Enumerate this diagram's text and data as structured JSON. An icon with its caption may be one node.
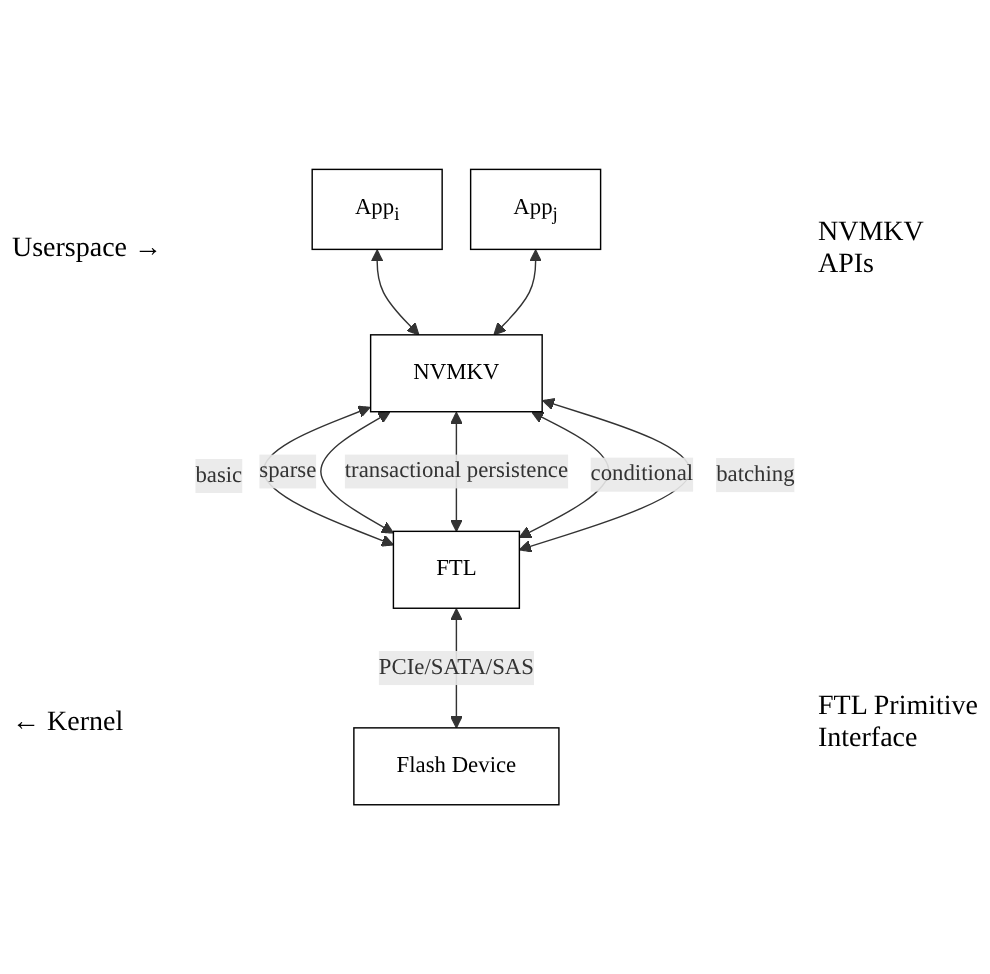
{
  "diagram": {
    "nodes": [
      {
        "text": [
          "App$_{i}$"
        ]
      },
      {
        "text": [
          "App$_{j}$"
        ]
      },
      {
        "text": [
          "NVMKV"
        ]
      },
      {
        "text": [
          "FTL"
        ]
      },
      {
        "text": [
          "Flash Device"
        ]
      }
    ],
    "edges": [
      {
        "from": 0,
        "to": 2,
        "arrow": "both"
      },
      {
        "from": 1,
        "to": 2,
        "arrow": "both"
      },
      {
        "from": 2,
        "to": 3,
        "arrow": "both",
        "label": "basic"
      },
      {
        "from": 2,
        "to": 3,
        "arrow": "both",
        "label": "sparse"
      },
      {
        "from": 2,
        "to": 3,
        "arrow": "both",
        "label": "transactional persistence"
      },
      {
        "from": 2,
        "to": 3,
        "arrow": "both",
        "label": "conditional"
      },
      {
        "from": 2,
        "to": 3,
        "arrow": "both",
        "label": "batching"
      },
      {
        "from": 3,
        "to": 4,
        "arrow": "both",
        "label": "PCIe/SATA/SAS"
      }
    ],
    "labels": [
      "Userspace →",
      "NVMKV APIs",
      "← Kernel",
      "FTL Primitive Interface"
    ]
  }
}
